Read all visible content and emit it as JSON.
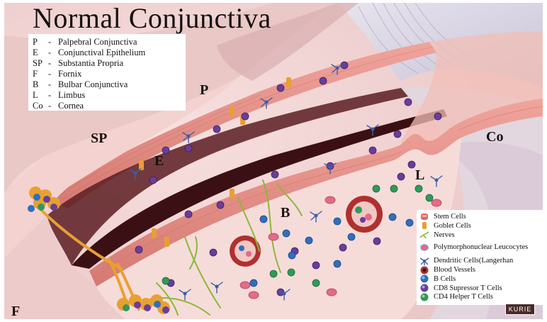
{
  "title": "Normal Conjunctiva",
  "key": [
    {
      "code": "P",
      "label": "Palpebral Conjunctiva"
    },
    {
      "code": "E",
      "label": "Conjunctival Epithelium"
    },
    {
      "code": "SP",
      "label": "Substantia Propria"
    },
    {
      "code": "F",
      "label": "Fornix"
    },
    {
      "code": "B",
      "label": "Bulbar Conjunctiva"
    },
    {
      "code": "L",
      "label": "Limbus"
    },
    {
      "code": "Co",
      "label": "Cornea"
    }
  ],
  "key_separator": "-",
  "regions": {
    "p": "P",
    "sp": "SP",
    "e": "E",
    "co": "Co",
    "l": "L",
    "b": "B",
    "f": "F"
  },
  "legend": [
    {
      "label": "Stem Cells",
      "icon": "stem-cell-icon"
    },
    {
      "label": "Goblet Cells",
      "icon": "goblet-cell-icon"
    },
    {
      "label": "Nerves",
      "icon": "nerve-icon"
    },
    {
      "label": "Polymorphonuclear Leucocytes",
      "icon": "pmn-leucocyte-icon"
    },
    {
      "label": "Dendritic Cells(Langerhan",
      "icon": "dendritic-cell-icon"
    },
    {
      "label": "Blood Vessels",
      "icon": "blood-vessel-icon"
    },
    {
      "label": "B Cells",
      "icon": "b-cell-icon"
    },
    {
      "label": "CD8 Supressor T Cells",
      "icon": "cd8-t-cell-icon"
    },
    {
      "label": "CD4 Helper T Cells",
      "icon": "cd4-t-cell-icon"
    }
  ],
  "signature": "KURIE",
  "colors": {
    "tissue_light": "#f6d8d6",
    "tissue_pink": "#e9b3b0",
    "epithelium": "#e08a82",
    "sulcus_dark": "#3a1015",
    "b_cell": "#2f6fc0",
    "cd8_cell": "#6a3d9a",
    "cd4_cell": "#2f9a5a",
    "goblet_cell": "#e8a030",
    "nerve": "#8ab83a",
    "blood_vessel": "#b03030"
  }
}
